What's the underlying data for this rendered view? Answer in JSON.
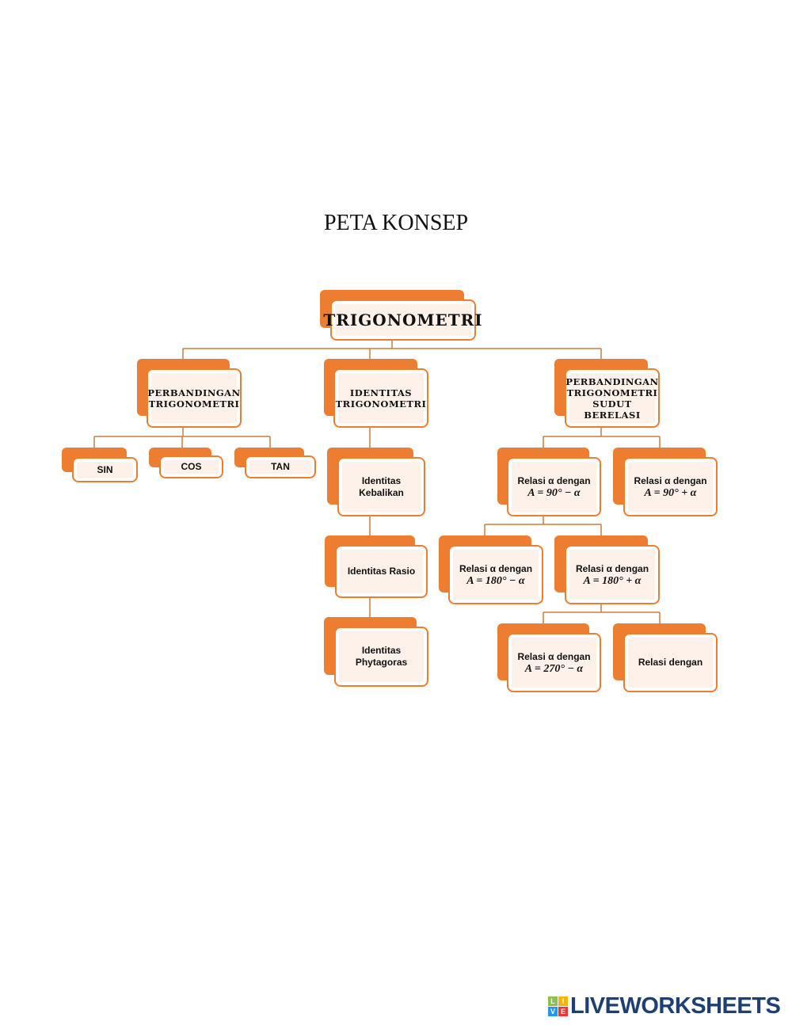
{
  "title": "PETA KONSEP",
  "root": "TRIGONOMETRI",
  "level1": [
    "PERBANDINGAN TRIGONOMETRI",
    "IDENTITAS TRIGONOMETRI",
    "PERBANDINGAN TRIGONOMETRI SUDUT BERELASI"
  ],
  "ratios": [
    "SIN",
    "COS",
    "TAN"
  ],
  "identities": [
    "Identitas Kebalikan",
    "Identitas Rasio",
    "Identitas Phytagoras"
  ],
  "relations": {
    "label": "Relasi α dengan",
    "r90m": "A = 90° − α",
    "r90p": "A = 90° + α",
    "r180m": "A = 180° − α",
    "r180p": "A = 180° +  α",
    "r270m": "A = 270° − α",
    "last": "Relasi  dengan"
  },
  "logo": {
    "text": "LIVEWORKSHEETS",
    "letters": [
      "L",
      "I",
      "V",
      "E"
    ]
  },
  "colors": {
    "accent": "#ed7d31",
    "fill": "#fdf1ea",
    "logo": "#1e3f73"
  }
}
